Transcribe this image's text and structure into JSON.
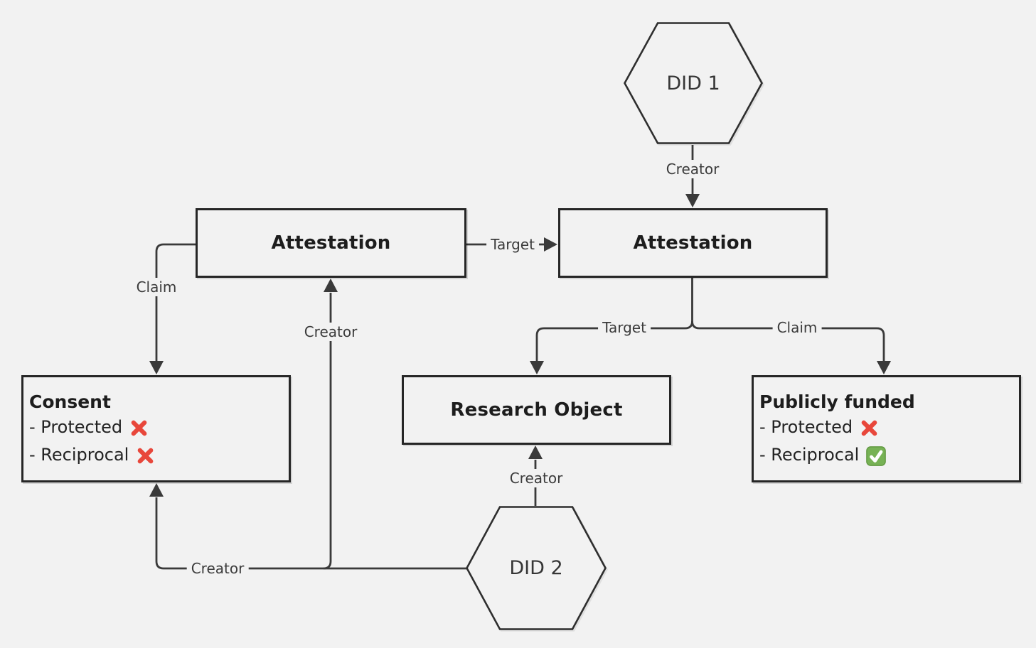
{
  "diagram": {
    "background": "#f2f2f2",
    "line_color": "#3a3a3a",
    "box_border_color": "#262626",
    "nodes": {
      "did1": {
        "label": "DID 1",
        "shape": "hexagon"
      },
      "did2": {
        "label": "DID 2",
        "shape": "hexagon"
      },
      "attestation_left": {
        "label": "Attestation"
      },
      "attestation_right": {
        "label": "Attestation"
      },
      "research_object": {
        "label": "Research Object"
      },
      "consent": {
        "title": "Consent",
        "items": [
          {
            "label": "- Protected",
            "icon": "cross-icon"
          },
          {
            "label": "- Reciprocal",
            "icon": "cross-icon"
          }
        ]
      },
      "publicly_funded": {
        "title": "Publicly funded",
        "items": [
          {
            "label": "- Protected",
            "icon": "cross-icon"
          },
          {
            "label": "- Reciprocal",
            "icon": "check-icon"
          }
        ]
      }
    },
    "edge_labels": {
      "did1_to_attestation_right": "Creator",
      "attestation_left_to_attestation_right": "Target",
      "attestation_right_to_research_object": "Target",
      "attestation_right_to_publicly_funded": "Claim",
      "attestation_left_to_consent": "Claim",
      "did2_to_research_object": "Creator",
      "did2_to_attestation_left": "Creator",
      "did2_to_consent": "Creator"
    },
    "status_colors": {
      "cross": "#e8473b",
      "check_box": "#77b255",
      "check_mark": "#ffffff"
    }
  }
}
